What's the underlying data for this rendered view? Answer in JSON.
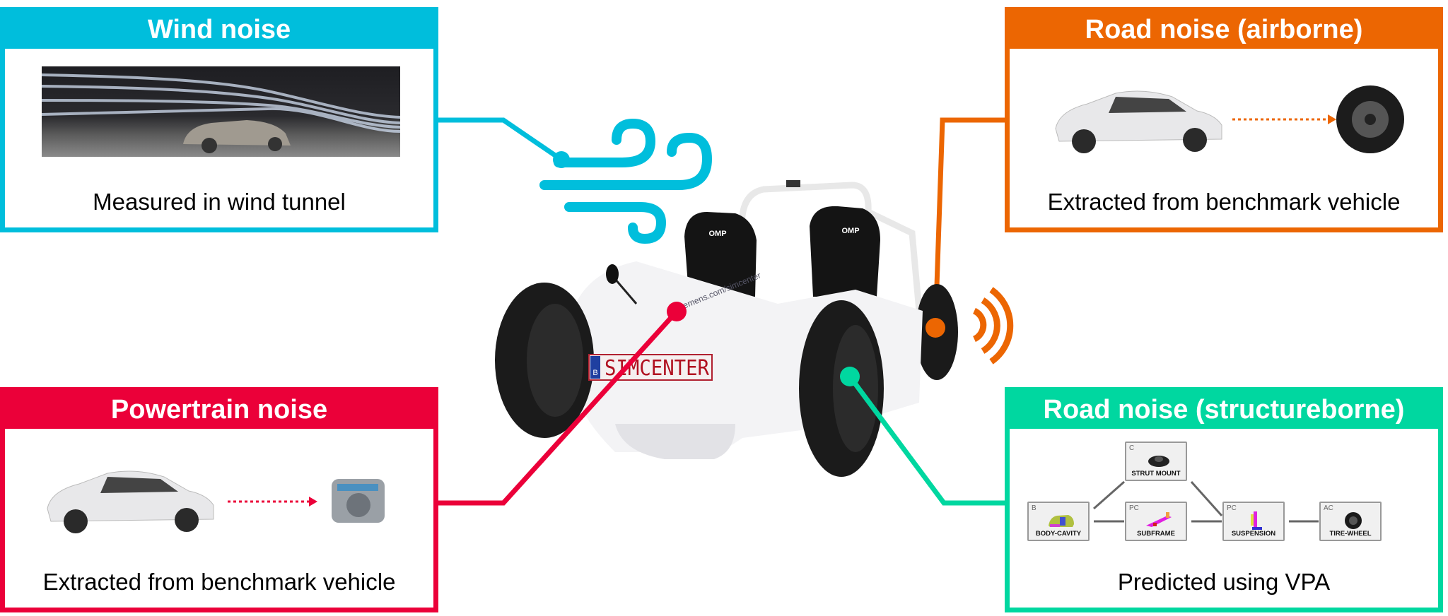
{
  "colors": {
    "wind": "#00bedc",
    "airborne": "#ec6602",
    "powertrain": "#eb0039",
    "structureborne": "#00d7a0"
  },
  "panels": {
    "wind": {
      "title": "Wind noise",
      "caption": "Measured in wind tunnel",
      "icon": "wind-tunnel-photo"
    },
    "airborne": {
      "title": "Road noise (airborne)",
      "caption": "Extracted from benchmark vehicle",
      "icon": "car-to-tire"
    },
    "powertrain": {
      "title": "Powertrain noise",
      "caption": "Extracted from benchmark vehicle",
      "icon": "car-to-motor"
    },
    "structureborne": {
      "title": "Road noise (structureborne)",
      "caption": "Predicted using VPA",
      "nodes": [
        {
          "tag": "B",
          "name": "BODY-CAVITY"
        },
        {
          "tag": "C",
          "name": "STRUT MOUNT"
        },
        {
          "tag": "PC",
          "name": "SUBFRAME"
        },
        {
          "tag": "PC",
          "name": "SUSPENSION"
        },
        {
          "tag": "AC",
          "name": "TIRE-WHEEL"
        }
      ]
    }
  },
  "vehicle": {
    "plate": "SIMCENTER",
    "plate_country": "B",
    "seat_brand": "OMP",
    "hood_text": "siemens.com/simcenter"
  }
}
